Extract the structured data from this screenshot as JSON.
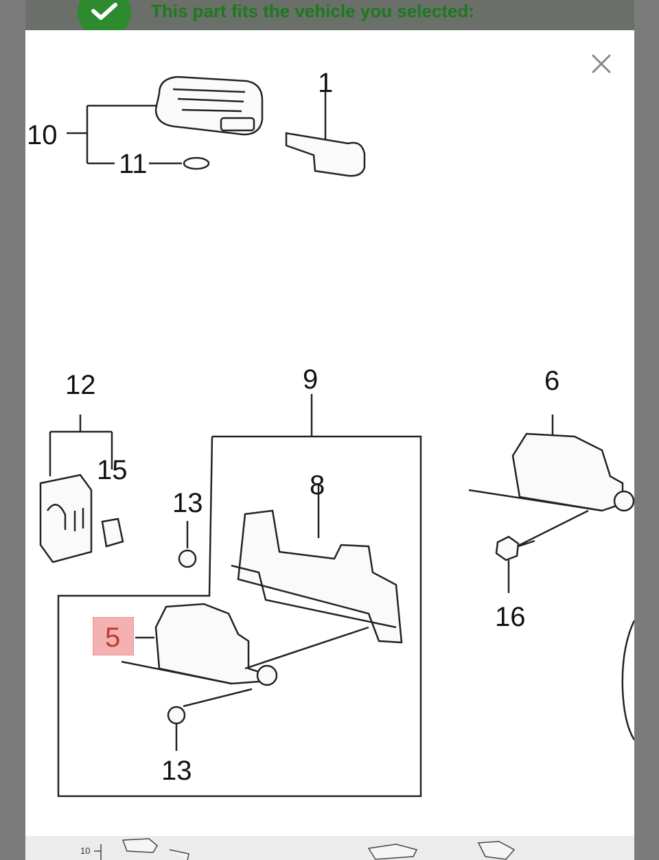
{
  "banner": {
    "text": "This part fits the vehicle you selected:",
    "icon": "check-icon",
    "accent": "#2e8a2e"
  },
  "modal": {
    "close_icon": "close-icon",
    "highlighted_part": "5"
  },
  "callouts": [
    "10",
    "11",
    "1",
    "12",
    "15",
    "13",
    "9",
    "8",
    "6",
    "5",
    "13",
    "16"
  ],
  "bottom": {
    "mini_label": "10"
  }
}
